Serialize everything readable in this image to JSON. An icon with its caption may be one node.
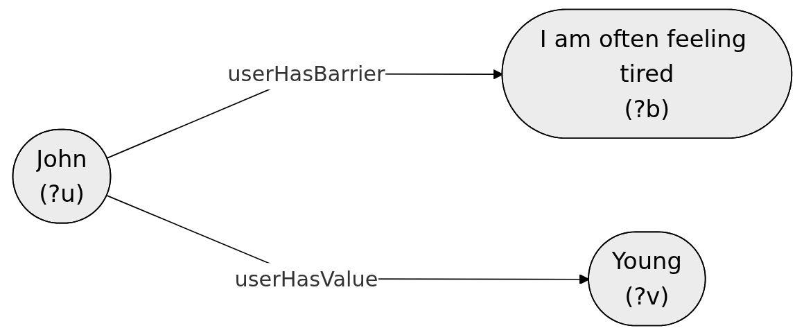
{
  "diagram": {
    "nodes": [
      {
        "text": [
          "John",
          "(?u)"
        ]
      },
      {
        "text": [
          "I am often feeling tired",
          "(?b)"
        ]
      },
      {
        "text": [
          "Young",
          "(?v)"
        ]
      }
    ],
    "edges": [
      {
        "from": 0,
        "to": 1,
        "arrow": "to",
        "label": "userHasBarrier"
      },
      {
        "from": 0,
        "to": 2,
        "arrow": "to",
        "label": "userHasValue"
      }
    ]
  }
}
